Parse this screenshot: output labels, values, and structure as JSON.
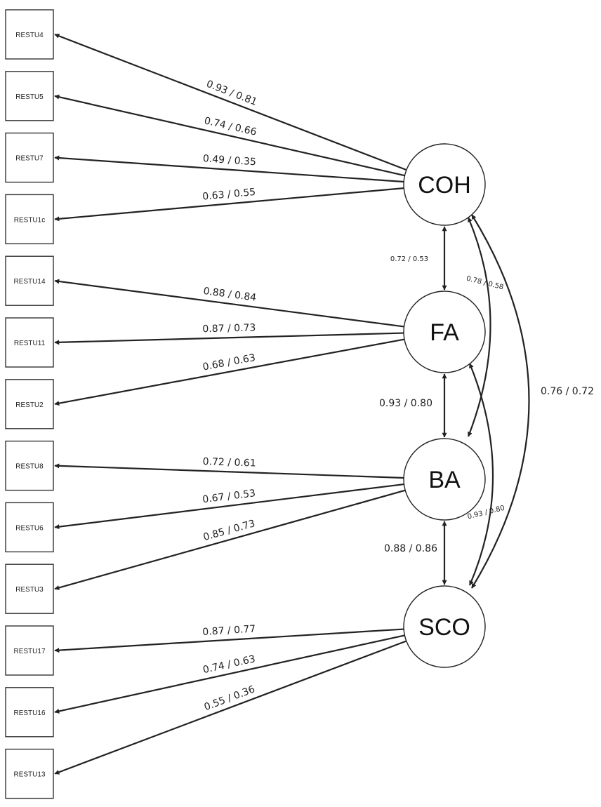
{
  "indicators": [
    "RESTU4",
    "RESTU5",
    "RESTU7",
    "RESTU1c",
    "RESTU14",
    "RESTU11",
    "RESTU2",
    "RESTU8",
    "RESTU6",
    "RESTU3",
    "RESTU17",
    "RESTU16",
    "RESTU13"
  ],
  "factors": [
    "COH",
    "FA",
    "BA",
    "SCO"
  ],
  "loadings": [
    {
      "from": "COH",
      "to": "RESTU4",
      "label": "0.93 / 0.81"
    },
    {
      "from": "COH",
      "to": "RESTU5",
      "label": "0.74 / 0.66"
    },
    {
      "from": "COH",
      "to": "RESTU7",
      "label": "0.49 / 0.35"
    },
    {
      "from": "COH",
      "to": "RESTU1c",
      "label": "0.63 / 0.55"
    },
    {
      "from": "FA",
      "to": "RESTU14",
      "label": "0.88 / 0.84"
    },
    {
      "from": "FA",
      "to": "RESTU11",
      "label": "0.87 / 0.73"
    },
    {
      "from": "FA",
      "to": "RESTU2",
      "label": "0.68 / 0.63"
    },
    {
      "from": "BA",
      "to": "RESTU8",
      "label": "0.72 / 0.61"
    },
    {
      "from": "BA",
      "to": "RESTU6",
      "label": "0.67 / 0.53"
    },
    {
      "from": "BA",
      "to": "RESTU3",
      "label": "0.85 / 0.73"
    },
    {
      "from": "SCO",
      "to": "RESTU17",
      "label": "0.87 / 0.77"
    },
    {
      "from": "SCO",
      "to": "RESTU16",
      "label": "0.74 / 0.63"
    },
    {
      "from": "SCO",
      "to": "RESTU13",
      "label": "0.55 / 0.36"
    }
  ],
  "correlations": [
    {
      "a": "COH",
      "b": "FA",
      "label": "0.72 / 0.53"
    },
    {
      "a": "FA",
      "b": "BA",
      "label": "0.93 / 0.80"
    },
    {
      "a": "BA",
      "b": "SCO",
      "label": "0.88 / 0.86"
    },
    {
      "a": "COH",
      "b": "BA",
      "label": "0.78 / 0.58"
    },
    {
      "a": "FA",
      "b": "SCO",
      "label": "0.93 / 0.80"
    },
    {
      "a": "COH",
      "b": "SCO",
      "label": "0.76 / 0.72"
    }
  ]
}
